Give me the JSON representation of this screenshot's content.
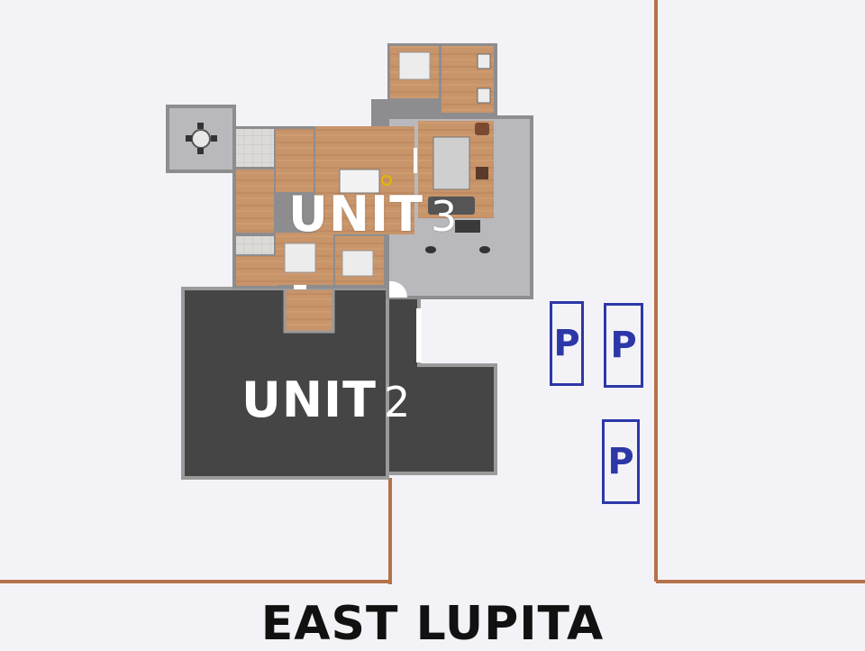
{
  "labels": {
    "unit3": "UNIT",
    "unit3_num": "3",
    "unit2": "UNIT",
    "unit2_num": "2",
    "street": "EAST LUPITA"
  },
  "parking": [
    "P",
    "P",
    "P"
  ],
  "colors": {
    "background": "#f3f3f7",
    "property_line": "#b5714a",
    "unit2_fill": "#454545",
    "patio_gray": "#b9b9bd",
    "wood_floor": "#c8946a",
    "tile_floor": "#d8d6d2",
    "parking_blue": "#2d37a8"
  }
}
